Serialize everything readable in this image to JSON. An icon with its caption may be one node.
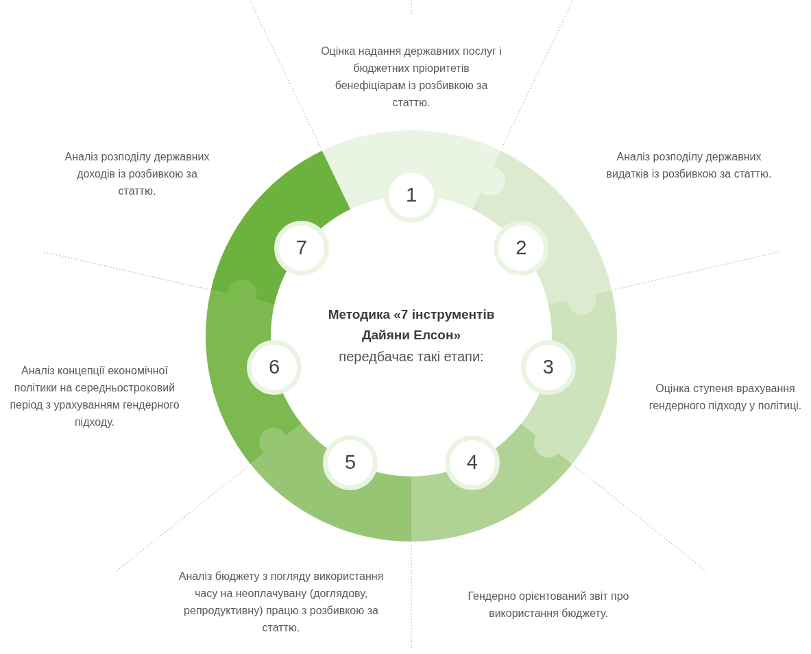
{
  "diagram": {
    "nodes": [
      {
        "text": [
          "Методика «7 інструментів Дайяни Елсон»",
          "передбачає такі етапи:"
        ]
      },
      {
        "text": [
          "1"
        ]
      },
      {
        "text": [
          "2"
        ]
      },
      {
        "text": [
          "3"
        ]
      },
      {
        "text": [
          "4"
        ]
      },
      {
        "text": [
          "5"
        ]
      },
      {
        "text": [
          "6"
        ]
      },
      {
        "text": [
          "7"
        ]
      }
    ],
    "labels": [
      "Оцінка надання державних послуг і бюджетних пріоритетів бенефіціарам із розбивкою за статтю.",
      "Аналіз розподілу державних доходів із розбивкою за статтю.",
      "Аналіз розподілу державних видатків із розбивкою за статтю.",
      "Аналіз концепції економічної політики на середньостроковий період з урахуванням гендерного підходу.",
      "Оцінка ступеня врахування гендерного підходу у політиці.",
      "Аналіз бюджету з погляду використання часу на неоплачувану (доглядову, репродуктивну) працю з розбивкою за статтю.",
      "Гендерно орієнтований звіт про використання бюджету."
    ]
  }
}
